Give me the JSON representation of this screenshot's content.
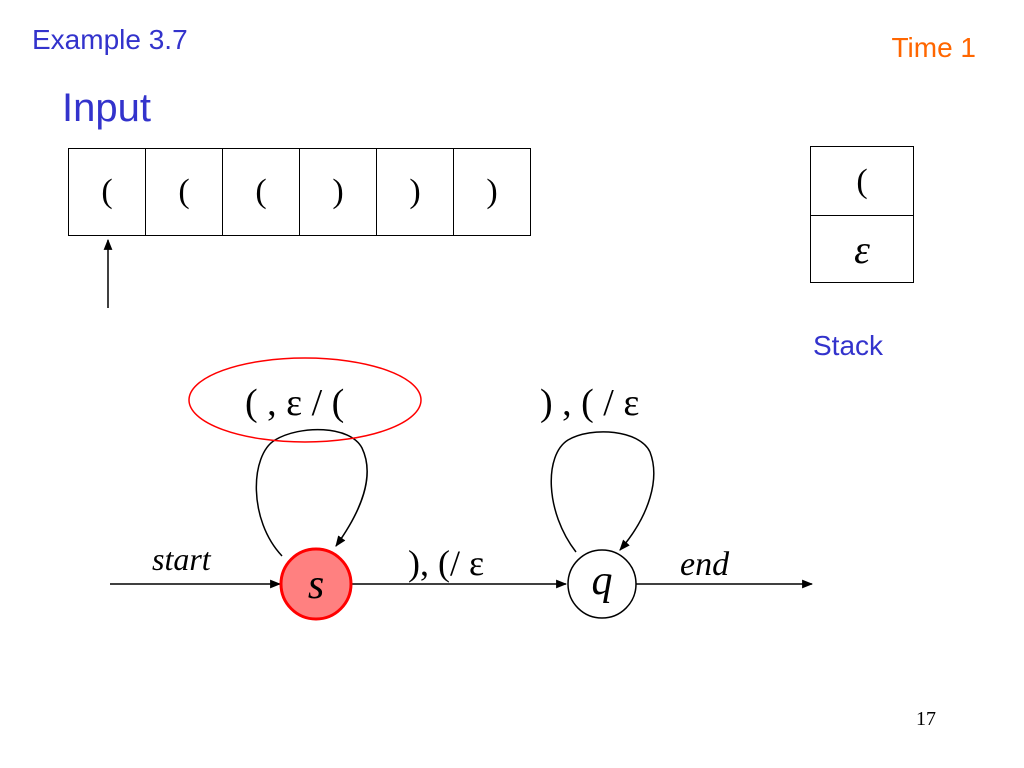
{
  "slide": {
    "title": "Example 3.7",
    "time_label": "Time 1",
    "input_heading": "Input",
    "page_number": "17"
  },
  "tape": {
    "cells": [
      "(",
      "(",
      "(",
      ")",
      ")",
      ")"
    ],
    "head_position": 0
  },
  "stack": {
    "label": "Stack",
    "items": [
      "(",
      "ε"
    ]
  },
  "automaton": {
    "start_label": "start",
    "end_label": "end",
    "states": [
      {
        "id": "s",
        "label": "s",
        "active": true
      },
      {
        "id": "q",
        "label": "q",
        "active": false
      }
    ],
    "transitions": [
      {
        "from": "s",
        "to": "s",
        "label": "( , ε / (",
        "highlighted": true
      },
      {
        "from": "s",
        "to": "q",
        "label": "), (/ ε",
        "highlighted": false
      },
      {
        "from": "q",
        "to": "q",
        "label": ") , ( / ε",
        "highlighted": false
      }
    ]
  },
  "colors": {
    "title": "#3333cc",
    "time": "#ff6600",
    "active_state_fill": "#ff8080",
    "active_state_stroke": "#ff0000",
    "highlight_ellipse": "#ff0000"
  }
}
